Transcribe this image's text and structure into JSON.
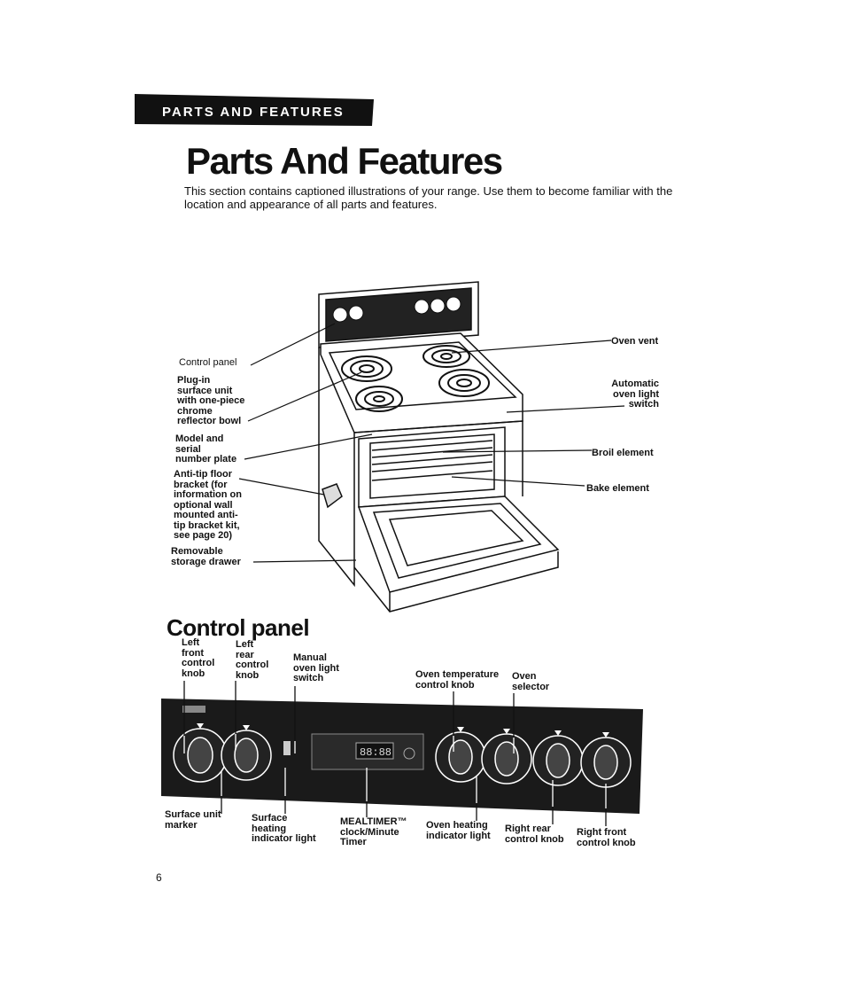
{
  "header": {
    "section_tab": "PARTS AND FEATURES"
  },
  "page": {
    "title": "Parts And Features",
    "intro": "This section contains captioned illustrations of your range. Use them to become familiar with the location and appearance of all parts and features.",
    "page_number": "6"
  },
  "range_callouts": {
    "control_panel": "Control panel",
    "plug_in": "Plug-in\nsurface unit\nwith one-piece\nchrome\nreflector bowl",
    "model_serial": "Model and\nserial\nnumber plate",
    "anti_tip": "Anti-tip floor\nbracket (for\ninformation on\noptional wall\nmounted anti-\ntip bracket kit,\nsee page 20)",
    "storage_drawer": "Removable\nstorage drawer",
    "oven_vent": "Oven vent",
    "oven_light_switch": "Automatic\noven light\nswitch",
    "broil_element": "Broil element",
    "bake_element": "Bake element"
  },
  "control_panel_section": {
    "heading": "Control panel",
    "top_labels": {
      "left_front": "Left\nfront\ncontrol\nknob",
      "left_rear": "Left\nrear\ncontrol\nknob",
      "manual_light": "Manual\noven light\nswitch",
      "oven_temp": "Oven temperature\ncontrol knob",
      "oven_selector": "Oven\nselector"
    },
    "bottom_labels": {
      "surface_marker": "Surface unit\nmarker",
      "surface_indicator": "Surface\nheating\nindicator light",
      "mealtimer": "MEALTIMER™\nclock/Minute\nTimer",
      "oven_heating": "Oven heating\nindicator light",
      "right_rear": "Right rear\ncontrol knob",
      "right_front": "Right front\ncontrol knob"
    },
    "clock_display": "88:88"
  },
  "colors": {
    "ink": "#111111",
    "panel": "#1a1a1a"
  }
}
